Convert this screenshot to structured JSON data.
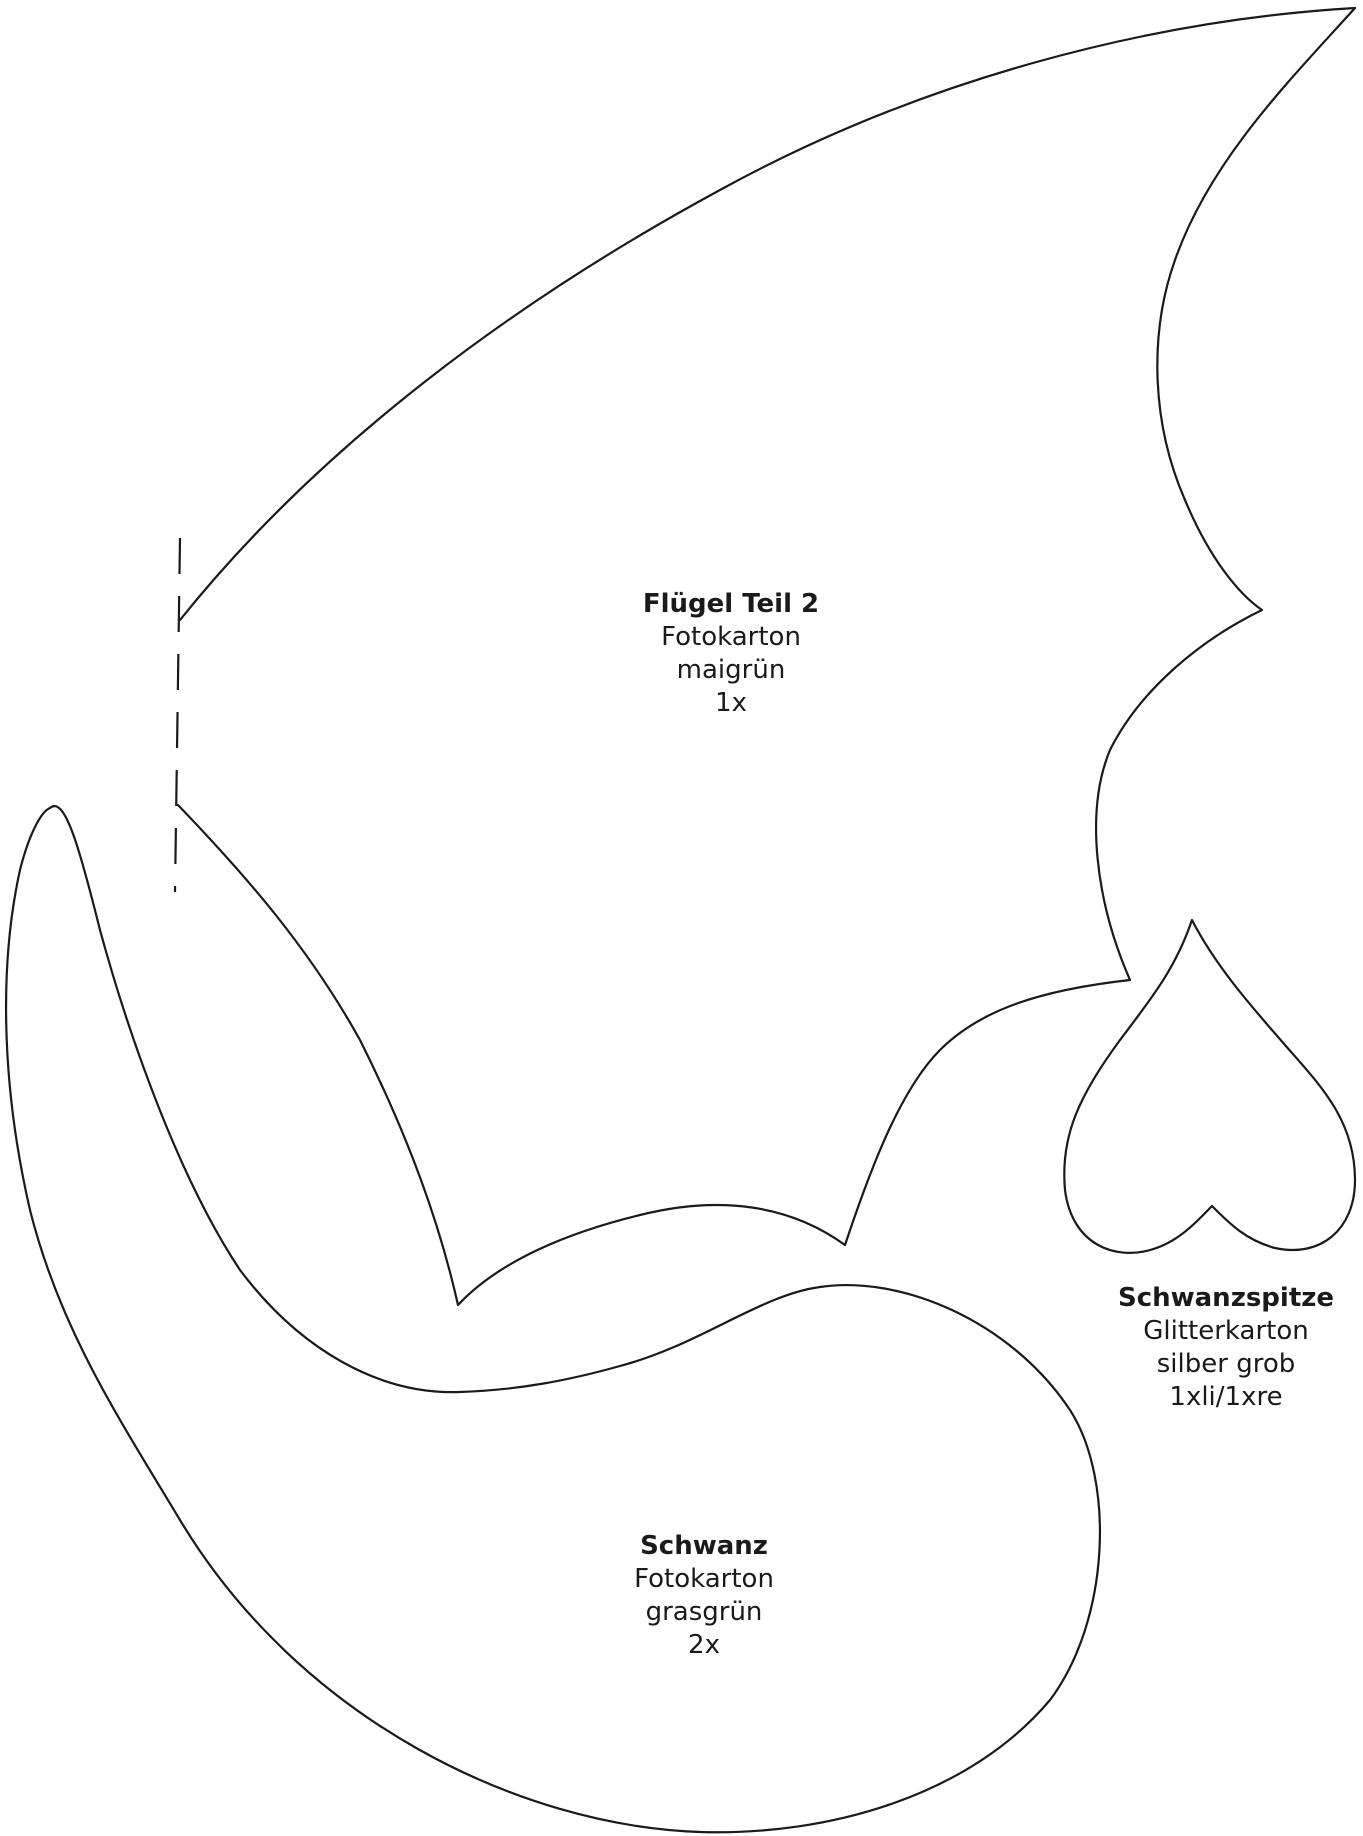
{
  "pieces": {
    "wing": {
      "name": "Flügel Teil 2",
      "material": "Fotokarton",
      "color": "maigrün",
      "quantity": "1x"
    },
    "tail_tip": {
      "name": "Schwanzspitze",
      "material": "Glitterkarton",
      "color": "silber grob",
      "quantity": "1xli/1xre"
    },
    "tail": {
      "name": "Schwanz",
      "material": "Fotokarton",
      "color": "grasgrün",
      "quantity": "2x"
    }
  }
}
